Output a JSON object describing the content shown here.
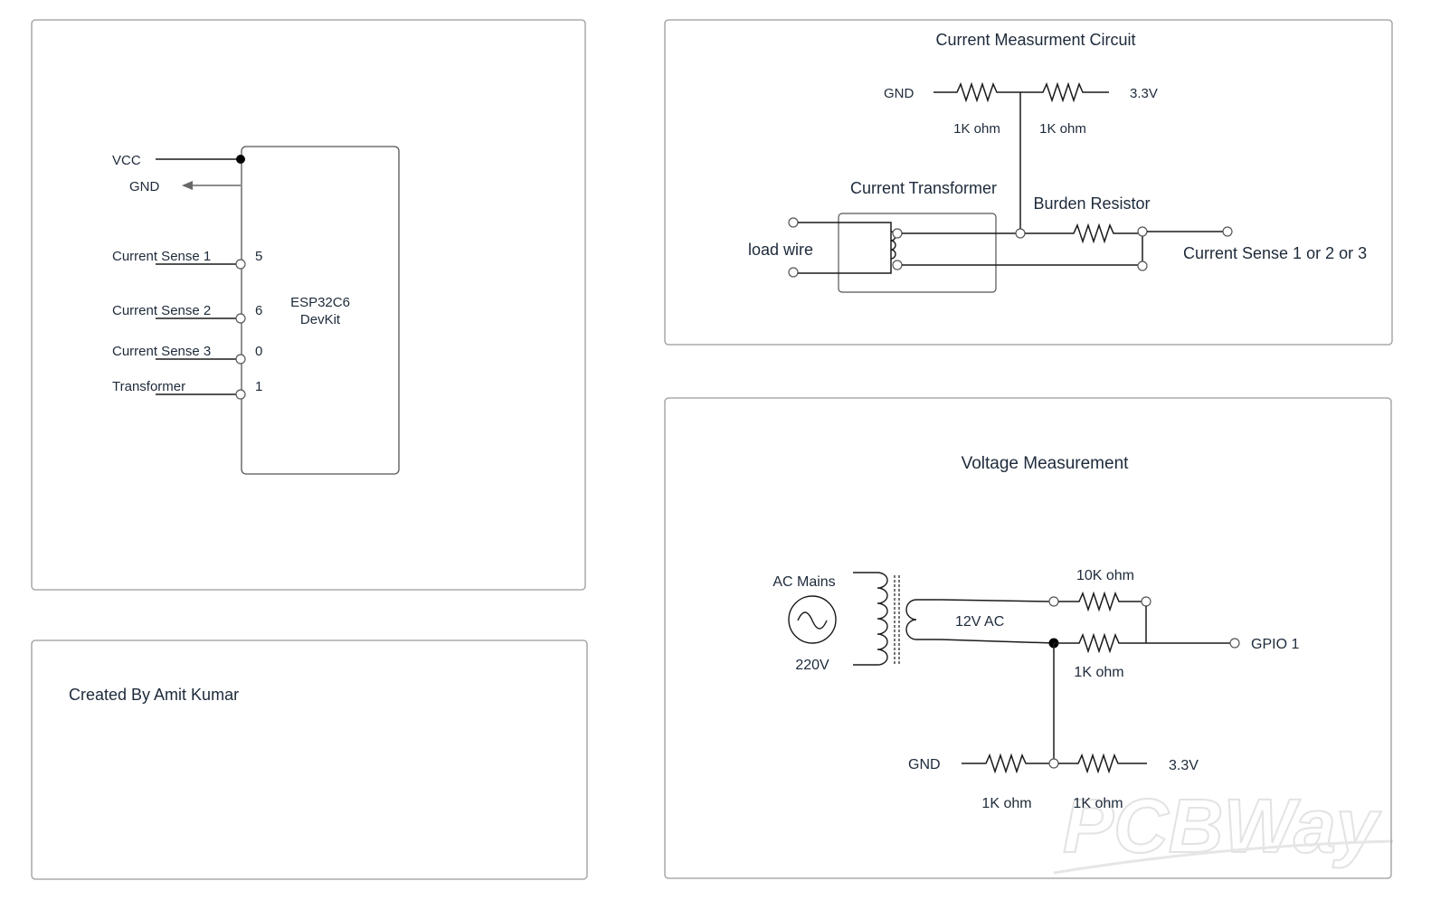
{
  "colors": {
    "ink": "#1d2a3a",
    "panel_border": "#9a9a9a",
    "wire": "#1a1a1a",
    "arrow": "#666666",
    "watermark": "#e3e3e3"
  },
  "panels": {
    "esp32": {
      "board_line1": "ESP32C6",
      "board_line2": "DevKit",
      "vcc": "VCC",
      "gnd": "GND",
      "pins": [
        {
          "label": "Current Sense 1",
          "pin": "5"
        },
        {
          "label": "Current Sense 2",
          "pin": "6"
        },
        {
          "label": "Current Sense 3",
          "pin": "0"
        },
        {
          "label": "Transformer",
          "pin": "1"
        }
      ]
    },
    "credit": {
      "text": "Created By Amit Kumar"
    },
    "current": {
      "title": "Current Measurment Circuit",
      "gnd": "GND",
      "v33": "3.3V",
      "r1": "1K ohm",
      "r2": "1K ohm",
      "ct_label": "Current Transformer",
      "burden_label": "Burden Resistor",
      "load_label": "load wire",
      "output_label": "Current Sense 1 or 2 or 3"
    },
    "voltage": {
      "title": "Voltage Measurement",
      "ac_label": "AC Mains",
      "ac_voltage": "220V",
      "secondary": "12V AC",
      "r_top": "10K ohm",
      "r_mid": "1K ohm",
      "output_label": "GPIO 1",
      "gnd": "GND",
      "v33": "3.3V",
      "r_bl": "1K ohm",
      "r_br": "1K ohm"
    }
  },
  "watermark": "PCBWay"
}
